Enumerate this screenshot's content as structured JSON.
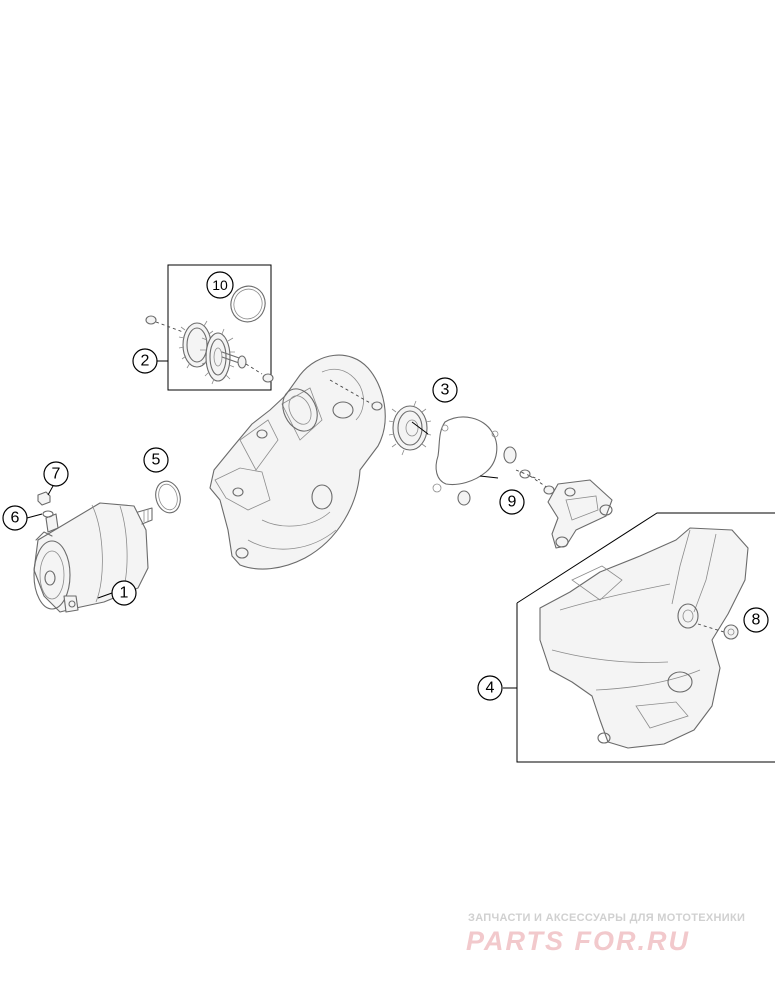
{
  "callouts": [
    {
      "id": "1",
      "label": "1"
    },
    {
      "id": "2",
      "label": "2"
    },
    {
      "id": "3",
      "label": "3"
    },
    {
      "id": "4",
      "label": "4"
    },
    {
      "id": "5",
      "label": "5"
    },
    {
      "id": "6",
      "label": "6"
    },
    {
      "id": "7",
      "label": "7"
    },
    {
      "id": "8",
      "label": "8"
    },
    {
      "id": "9",
      "label": "9"
    },
    {
      "id": "10",
      "label": "10"
    }
  ],
  "watermark": {
    "tagline": "ЗАПЧАСТИ И АКСЕССУАРЫ ДЛЯ МОТОТЕХНИКИ",
    "brand": "PARTS FOR.RU"
  }
}
